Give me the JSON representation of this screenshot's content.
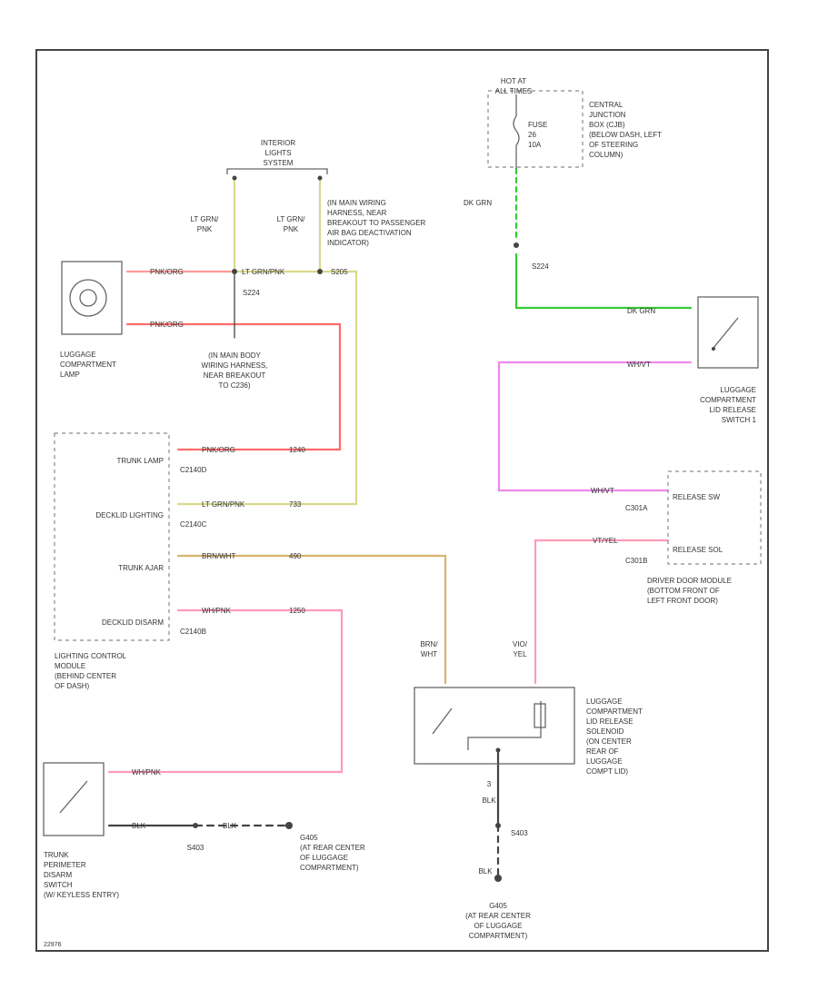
{
  "colors": {
    "pink": "#ff9a9a",
    "red": "#ff6a6a",
    "yellowgreen": "#d9d98c",
    "tan": "#d6b46e",
    "green": "#33cc33",
    "violet": "#ee88ee",
    "lightpink": "#ff9bb6",
    "black": "#444444"
  },
  "labels": {
    "hot_at_battery": [
      "HOT AT",
      "ALL TIMES"
    ],
    "fuse": [
      "FUSE",
      "26",
      "10A"
    ],
    "cjb": [
      "CENTRAL",
      "JUNCTION",
      "BOX (CJB)",
      "(BELOW DASH, LEFT",
      "OF STEERING",
      "COLUMN)"
    ],
    "dk_grn_vert": "DK GRN",
    "s224": "S224",
    "dk_grn_horiz": "DK GRN",
    "wh_vt": "WH/VT",
    "interior_lights": [
      "INTERIOR",
      "LIGHTS",
      "SYSTEM"
    ],
    "lt_grn_pk_left": [
      "LT GRN/",
      "PNK"
    ],
    "lt_grn_pk_right": [
      "LT GRN/",
      "PNK"
    ],
    "harness_note_top": [
      "(IN MAIN WIRING",
      "HARNESS, NEAR",
      "BREAKOUT TO PASSENGER",
      "AIR BAG DEACTIVATION",
      "INDICATOR)"
    ],
    "pk_org_top": "PNK/ORG",
    "pk_org_bottom": "PNK/ORG",
    "lt_grn_pk_horiz": "LT GRN/PNK",
    "s205": "S205",
    "s224_left": "S224",
    "harness_note_bottom": [
      "(IN MAIN BODY",
      "WIRING HARNESS,",
      "NEAR BREAKOUT",
      "TO C236)"
    ],
    "luggage_lamp": [
      "LUGGAGE",
      "COMPARTMENT",
      "LAMP"
    ],
    "lid_release_switch": [
      "LUGGAGE",
      "COMPARTMENT",
      "LID RELEASE",
      "SWITCH 1"
    ],
    "trunk_lamp": "TRUNK LAMP",
    "c2140d": "C2140D",
    "pk_org_mid": "PNK/ORG",
    "pin_1240": "1240",
    "decklid_lighting": "DECKLID LIGHTING",
    "c2140c": "C2140C",
    "lt_grn_pk_mid": "LT GRN/PNK",
    "pin_733": "733",
    "trunk_ajar": "TRUNK AJAR",
    "brn_wht_horiz": "BRN/WHT",
    "pin_490": "490",
    "decklid_disarm": "DECKLID DISARM",
    "c2140b": "C2140B",
    "wh_pk_horiz": "WH/PNK",
    "pin_1250": "1250",
    "lcm": [
      "LIGHTING CONTROL",
      "MODULE",
      "(BEHIND CENTER",
      "OF DASH)"
    ],
    "wh_vt_mid": "WH/VT",
    "c301a": "C301A",
    "release_sw": "RELEASE SW",
    "release_sol": "RELEASE SOL",
    "vt_yel_horiz": "VT/YEL",
    "c301b": "C301B",
    "ddm": [
      "DRIVER DOOR MODULE",
      "(BOTTOM FRONT OF",
      "LEFT FRONT DOOR)"
    ],
    "brn_wht_vert": [
      "BRN/",
      "WHT"
    ],
    "vt_yel_vert": [
      "VIO/",
      "YEL"
    ],
    "solenoid": [
      "LUGGAGE",
      "COMPARTMENT",
      "LID RELEASE",
      "SOLENOID",
      "(ON CENTER",
      "REAR OF",
      "LUGGAGE",
      "COMPT LID)"
    ],
    "blk_vert_top": "BLK",
    "pin_3": "3",
    "s403": "S403",
    "blk_vert_bottom": "BLK",
    "g405_right": [
      "G405",
      "(AT REAR CENTER",
      "OF LUGGAGE",
      "COMPARTMENT)"
    ],
    "wh_pk_bottom": "WH/PNK",
    "blk_horiz_1": "BLK",
    "blk_horiz_2": "BLK",
    "s403_left": "S403",
    "g405_left": [
      "G405",
      "(AT REAR CENTER",
      "OF LUGGAGE",
      "COMPARTMENT)"
    ],
    "trunk_switch": [
      "TRUNK",
      "PERIMETER",
      "DISARM",
      "SWITCH",
      "(W/ KEYLESS ENTRY)"
    ],
    "footer_code": "22976"
  }
}
